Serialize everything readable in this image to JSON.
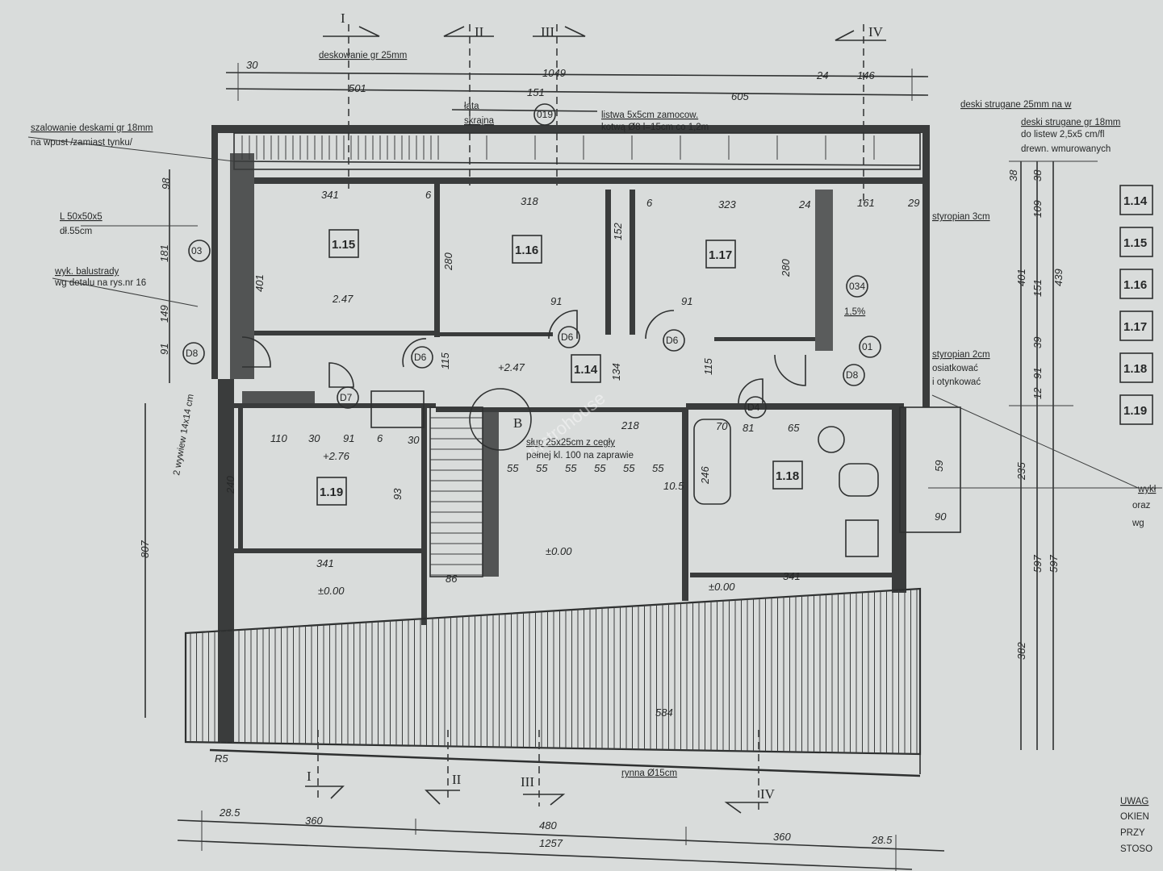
{
  "sections": [
    "I",
    "II",
    "III",
    "IV"
  ],
  "rooms": [
    "1.14",
    "1.15",
    "1.16",
    "1.17",
    "1.18",
    "1.19"
  ],
  "legend": [
    "1.14",
    "1.15",
    "1.16",
    "1.17",
    "1.18",
    "1.19"
  ],
  "levels": [
    "2.47",
    "+2.47",
    "+2.76",
    "±0.00",
    "±0.00",
    "±0.00"
  ],
  "tags": [
    "019",
    "03",
    "D8",
    "D6",
    "D6",
    "D6",
    "D7",
    "D4",
    "034",
    "01",
    "D8"
  ],
  "annotations": [
    "deskowanie gr 25mm",
    "łata",
    "skrajna",
    "listwa 5x5cm zamocow.",
    "kotwą Ø8 l=15cm co 1,2m",
    "szalowanie deskami gr 18mm",
    "na wpust /zamiast tynku/",
    "deski strugane 25mm na w",
    "deski strugane gr 18mm",
    "do listew 2,5x5 cm/fl",
    "drewn. wmurowanych",
    "L 50x50x5",
    "dł.55cm",
    "wyk. balustrady",
    "wg detalu na rys.nr 16",
    "styropian 3cm",
    "styropian 2cm",
    "osiatkować",
    "i otynkować",
    "1,5%",
    "2 wywiew 14x14 cm",
    "słup 25x25cm z cegły",
    "pełnej kl. 100 na zaprawie",
    "rynna Ø15cm",
    "wykł",
    "oraz",
    "wg",
    "UWAG",
    "OKIEN",
    "PRZY",
    "STOSO",
    "B"
  ],
  "dimensions": [
    "30",
    "1049",
    "501",
    "151",
    "605",
    "24",
    "146",
    "341",
    "6",
    "318",
    "6",
    "323",
    "24",
    "161",
    "29",
    "280",
    "280",
    "152",
    "91",
    "91",
    "115",
    "134",
    "115",
    "218",
    "110",
    "30",
    "91",
    "6",
    "30",
    "240",
    "93",
    "341",
    "86",
    "55",
    "55",
    "55",
    "55",
    "55",
    "55",
    "10.5",
    "246",
    "341",
    "70",
    "81",
    "65",
    "90",
    "59",
    "401",
    "98",
    "181",
    "149",
    "91",
    "807",
    "38",
    "38",
    "109",
    "401",
    "151",
    "439",
    "39",
    "91",
    "12",
    "235",
    "597",
    "597",
    "382",
    "584",
    "R5",
    "28.5",
    "360",
    "480",
    "1257",
    "360",
    "28.5"
  ],
  "watermark": "metrohouse"
}
